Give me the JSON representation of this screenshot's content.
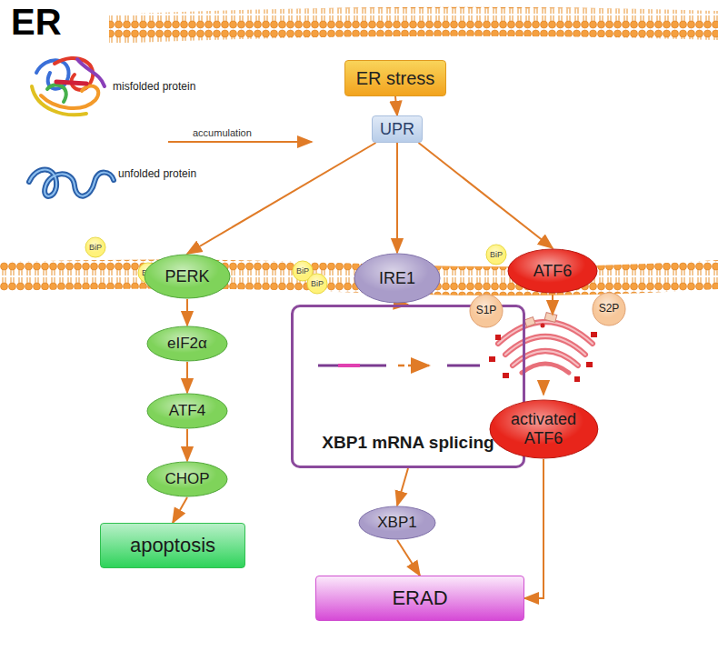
{
  "diagram": {
    "nodes": [
      {
        "text": [
          "ER stress"
        ]
      },
      {
        "text": [
          "UPR"
        ]
      },
      {
        "text": [
          "BiP"
        ]
      },
      {
        "text": [
          "BiP"
        ]
      },
      {
        "text": [
          "BiP"
        ]
      },
      {
        "text": [
          "BiP"
        ]
      },
      {
        "text": [
          "BiP"
        ]
      },
      {
        "text": [
          "PERK"
        ]
      },
      {
        "text": [
          "IRE1"
        ]
      },
      {
        "text": [
          "ATF6"
        ]
      },
      {
        "text": [
          "XBP1 mRNA splicing"
        ]
      },
      {
        "text": [
          "S1P"
        ]
      },
      {
        "text": [
          "S2P"
        ]
      },
      {
        "text": [
          "eIF2α"
        ]
      },
      {
        "text": [
          "ATF4"
        ]
      },
      {
        "text": [
          "CHOP"
        ]
      },
      {
        "text": [
          "XBP1"
        ]
      },
      {
        "text": [
          "activated ATF6"
        ]
      },
      {
        "text": [
          "apoptosis"
        ]
      },
      {
        "text": [
          "ERAD"
        ]
      }
    ],
    "edges": [
      {
        "from": 0,
        "to": 1,
        "arrow": "to"
      },
      {
        "from": 1,
        "to": 7,
        "arrow": "to"
      },
      {
        "from": 1,
        "to": 8,
        "arrow": "to"
      },
      {
        "from": 1,
        "to": 9,
        "arrow": "to"
      },
      {
        "from": 7,
        "to": 13,
        "arrow": "to"
      },
      {
        "from": 13,
        "to": 14,
        "arrow": "to"
      },
      {
        "from": 14,
        "to": 15,
        "arrow": "to"
      },
      {
        "from": 15,
        "to": 18,
        "arrow": "to"
      },
      {
        "from": 8,
        "to": 10,
        "arrow": "to"
      },
      {
        "from": 10,
        "to": 16,
        "arrow": "to"
      },
      {
        "from": 16,
        "to": 19,
        "arrow": "to"
      },
      {
        "from": 17,
        "to": 19,
        "arrow": "to"
      }
    ],
    "labels": [
      "ER",
      "misfolded protein",
      "accumulation",
      "unfolded protein"
    ]
  }
}
